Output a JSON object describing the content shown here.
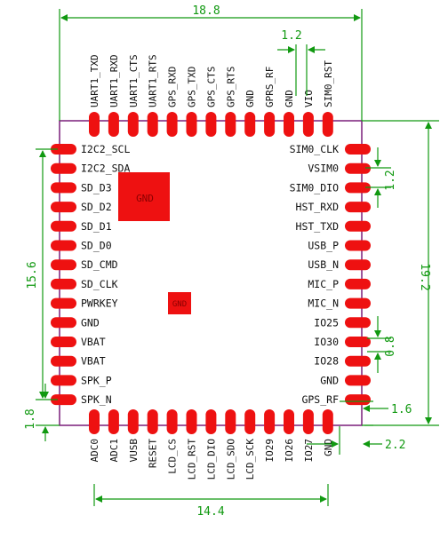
{
  "colors": {
    "outline": "#7a1f7a",
    "pad": "#ee1111",
    "label": "#111111",
    "dimension": "#119911",
    "gnd_pad_text": "#8a0000"
  },
  "pins": {
    "top": [
      "UART1_TXD",
      "UART1_RXD",
      "UART1_CTS",
      "UART1_RTS",
      "GPS_RXD",
      "GPS_TXD",
      "GPS_CTS",
      "GPS_RTS",
      "GND",
      "GPRS_RF",
      "GND",
      "VIO",
      "SIM0_RST"
    ],
    "left": [
      "I2C2_SCL",
      "I2C2_SDA",
      "SD_D3",
      "SD_D2",
      "SD_D1",
      "SD_D0",
      "SD_CMD",
      "SD_CLK",
      "PWRKEY",
      "GND",
      "VBAT",
      "VBAT",
      "SPK_P",
      "SPK_N"
    ],
    "right": [
      "SIM0_CLK",
      "VSIM0",
      "SIM0_DIO",
      "HST_RXD",
      "HST_TXD",
      "USB_P",
      "USB_N",
      "MIC_P",
      "MIC_N",
      "IO25",
      "IO30",
      "IO28",
      "GND",
      "GPS_RF"
    ],
    "bottom": [
      "ADC0",
      "ADC1",
      "VUSB",
      "RESET",
      "LCD_CS",
      "LCD_RST",
      "LCD_DIO",
      "LCD_SDO",
      "LCD_SCK",
      "IO29",
      "IO26",
      "IO27",
      "GND"
    ]
  },
  "center_pads": [
    "GND",
    "GND"
  ],
  "dimensions": {
    "overall_width": "18.8",
    "overall_height": "19.2",
    "left_pin_span": "15.6",
    "bottom_pin_span": "14.4",
    "top_pitch": "1.2",
    "right_pitch": "1.2",
    "right_pad_width": "0.8",
    "right_bottom_offset": "1.6",
    "bottom_right_offset": "2.2",
    "bottom_left_offset": "1.8"
  }
}
